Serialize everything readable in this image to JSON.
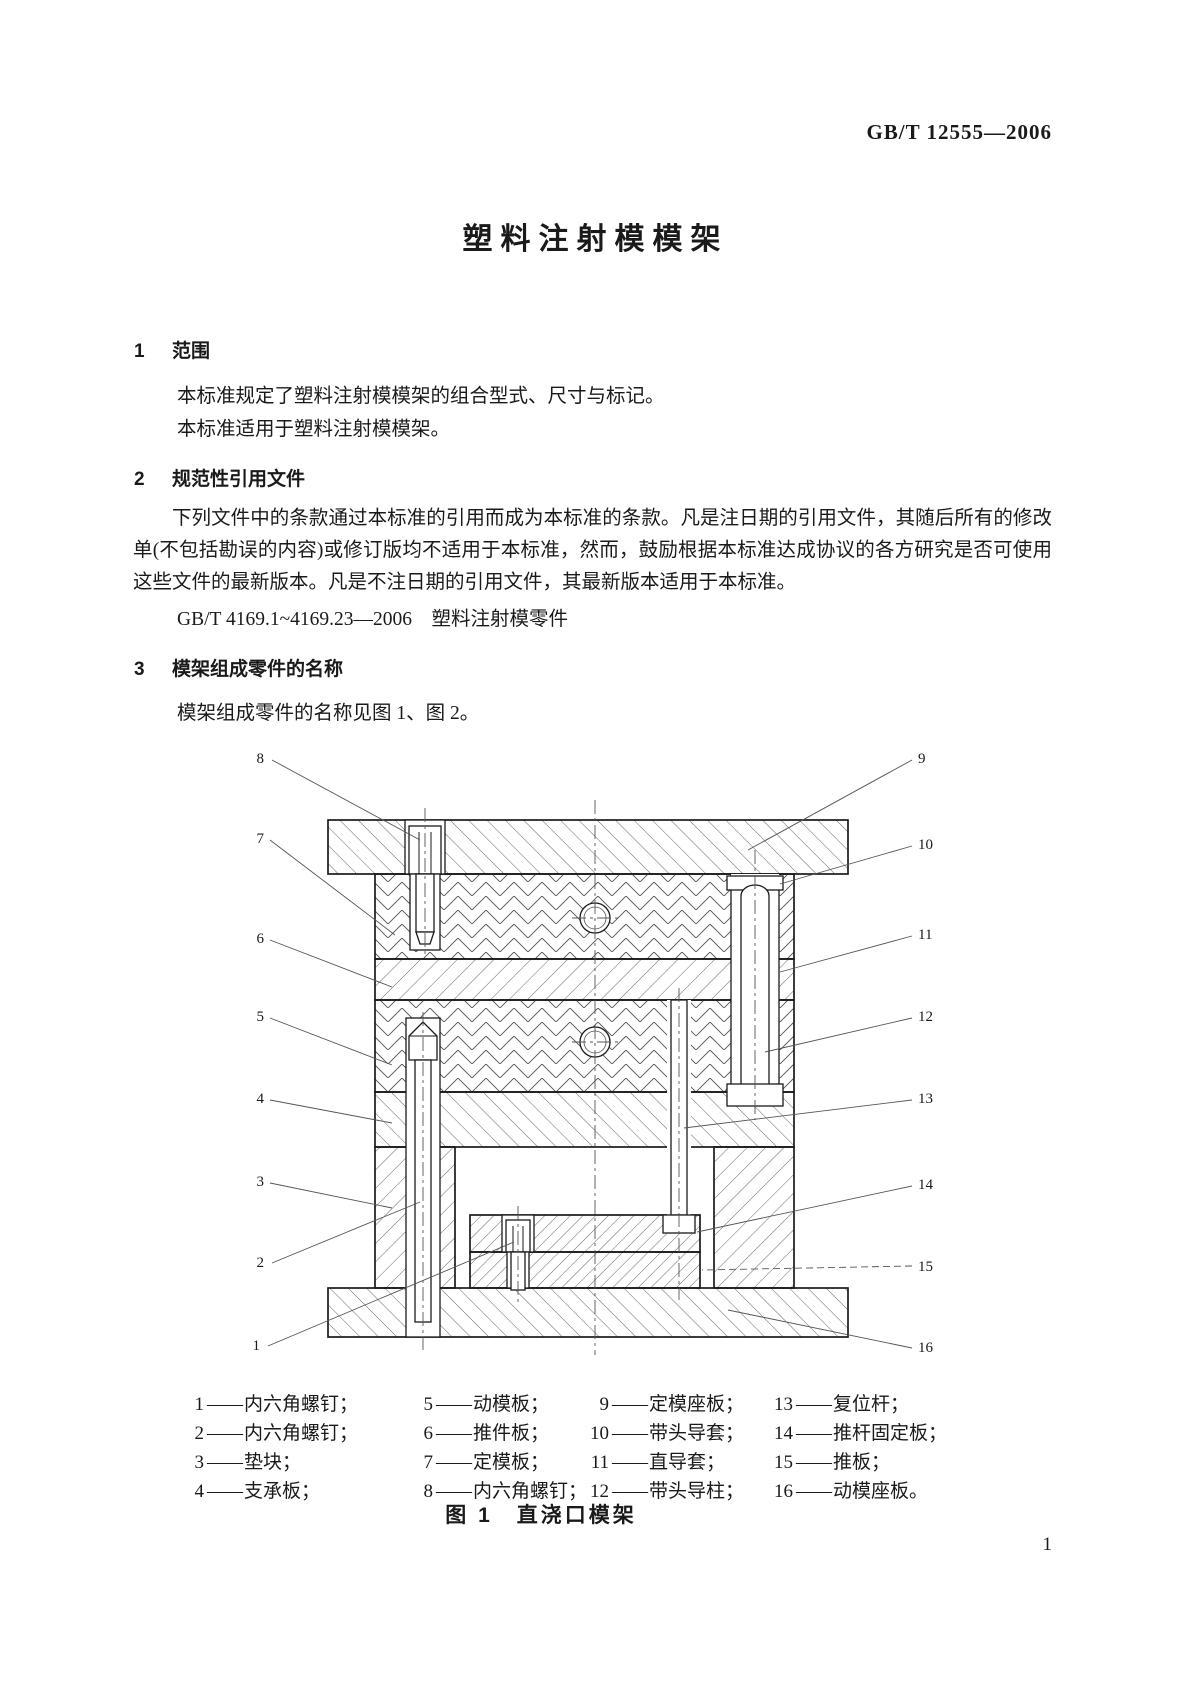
{
  "doc": {
    "header_code": "GB/T 12555—2006",
    "title": "塑料注射模模架",
    "page_number": "1",
    "ink_color": "#1a1a1a"
  },
  "sections": {
    "s1": {
      "num": "1",
      "heading": "范围",
      "p1": "本标准规定了塑料注射模模架的组合型式、尺寸与标记。",
      "p2": "本标准适用于塑料注射模模架。"
    },
    "s2": {
      "num": "2",
      "heading": "规范性引用文件",
      "p1": "下列文件中的条款通过本标准的引用而成为本标准的条款。凡是注日期的引用文件，其随后所有的修改单(不包括勘误的内容)或修订版均不适用于本标准，然而，鼓励根据本标准达成协议的各方研究是否可使用这些文件的最新版本。凡是不注日期的引用文件，其最新版本适用于本标准。",
      "ref": "GB/T 4169.1~4169.23—2006　塑料注射模零件"
    },
    "s3": {
      "num": "3",
      "heading": "模架组成零件的名称",
      "p1": "模架组成零件的名称见图 1、图 2。"
    }
  },
  "figure": {
    "caption": "图 1　直浇口模架",
    "callouts_left": [
      "8",
      "7",
      "6",
      "5",
      "4",
      "3",
      "2",
      "1"
    ],
    "callouts_right": [
      "9",
      "10",
      "11",
      "12",
      "13",
      "14",
      "15",
      "16"
    ],
    "dash": "——",
    "legend": [
      [
        {
          "n": "1",
          "t": "内六角螺钉；"
        },
        {
          "n": "2",
          "t": "内六角螺钉；"
        },
        {
          "n": "3",
          "t": "垫块；"
        },
        {
          "n": "4",
          "t": "支承板；"
        }
      ],
      [
        {
          "n": "5",
          "t": "动模板；"
        },
        {
          "n": "6",
          "t": "推件板；"
        },
        {
          "n": "7",
          "t": "定模板；"
        },
        {
          "n": "8",
          "t": "内六角螺钉；"
        }
      ],
      [
        {
          "n": "9",
          "t": "定模座板；"
        },
        {
          "n": "10",
          "t": "带头导套；"
        },
        {
          "n": "11",
          "t": "直导套；"
        },
        {
          "n": "12",
          "t": "带头导柱；"
        }
      ],
      [
        {
          "n": "13",
          "t": "复位杆；"
        },
        {
          "n": "14",
          "t": "推杆固定板；"
        },
        {
          "n": "15",
          "t": "推板；"
        },
        {
          "n": "16",
          "t": "动模座板。"
        }
      ]
    ]
  }
}
